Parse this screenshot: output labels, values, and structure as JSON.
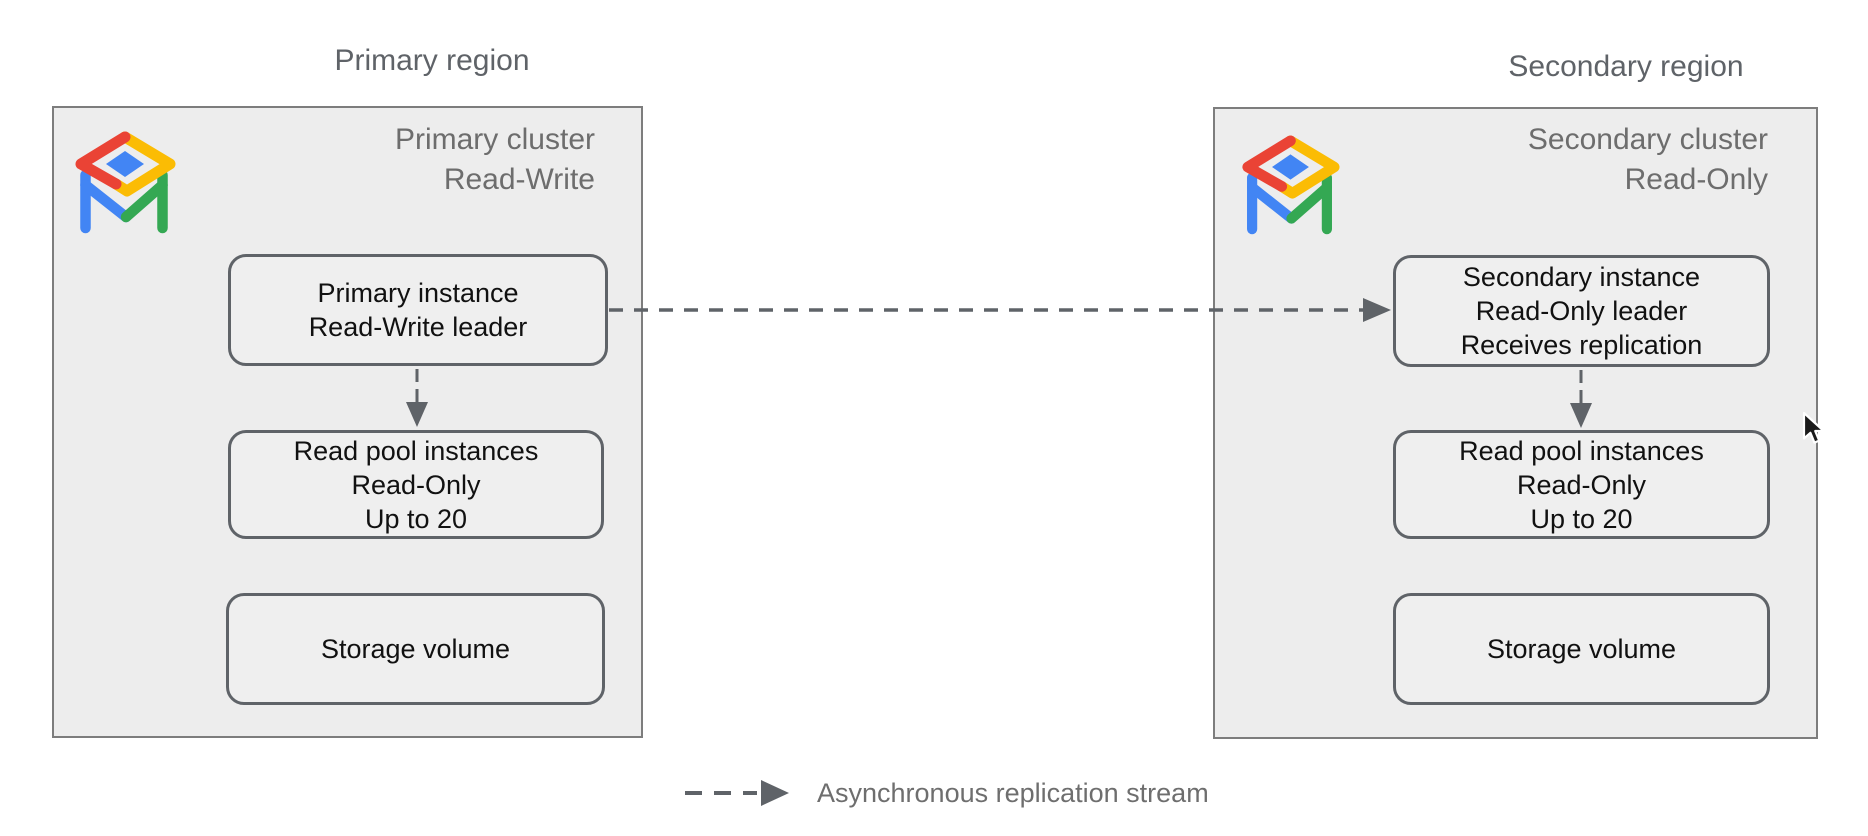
{
  "primary": {
    "region_label": "Primary region",
    "cluster": {
      "title_line1": "Primary cluster",
      "title_line2": "Read-Write"
    },
    "instance": {
      "line1": "Primary instance",
      "line2": "Read-Write leader"
    },
    "read_pool": {
      "line1": "Read pool instances",
      "line2": "Read-Only",
      "line3": "Up to 20"
    },
    "storage": {
      "line1": "Storage volume"
    }
  },
  "secondary": {
    "region_label": "Secondary region",
    "cluster": {
      "title_line1": "Secondary cluster",
      "title_line2": "Read-Only"
    },
    "instance": {
      "line1": "Secondary instance",
      "line2": "Read-Only leader",
      "line3": "Receives replication"
    },
    "read_pool": {
      "line1": "Read pool instances",
      "line2": "Read-Only",
      "line3": "Up to 20"
    },
    "storage": {
      "line1": "Storage volume"
    }
  },
  "legend": {
    "replication_label": "Asynchronous replication stream"
  },
  "icons": {
    "cluster_icon": "alloydb-logo",
    "cursor": "mouse-pointer"
  },
  "colors": {
    "logo_red": "#EA4335",
    "logo_yellow": "#FBBC04",
    "logo_green": "#34A853",
    "logo_blue": "#4285F4",
    "arrow_gray": "#5f6368",
    "cluster_fill": "#ededed",
    "cluster_border": "#7d7d7d",
    "label_gray": "#6d6d6d"
  }
}
